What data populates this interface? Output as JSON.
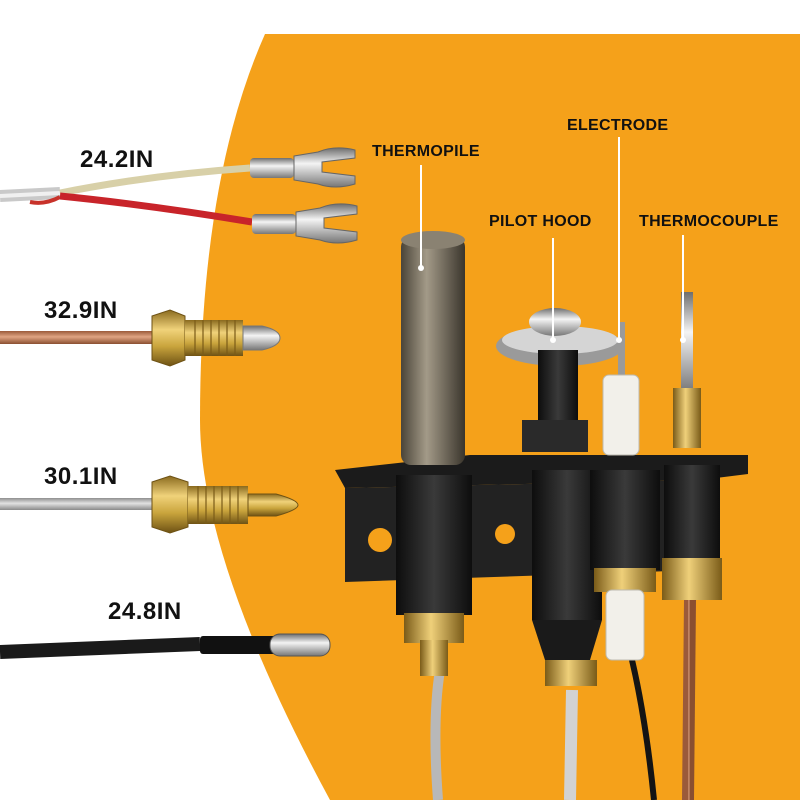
{
  "colors": {
    "backdrop": "#F5A11A",
    "page_bg": "#ffffff",
    "bracket": "#1b1b1b",
    "brass": "#C9A43C",
    "copper": "#C27C55",
    "label_text": "#111111"
  },
  "lengths": {
    "spade_leads": "24.2IN",
    "copper_tube": "32.9IN",
    "gray_tube": "30.1IN",
    "black_cable": "24.8IN"
  },
  "parts": {
    "thermopile": "THERMOPILE",
    "pilot_hood": "PILOT HOOD",
    "electrode": "ELECTRODE",
    "thermocouple": "THERMOCOUPLE"
  }
}
